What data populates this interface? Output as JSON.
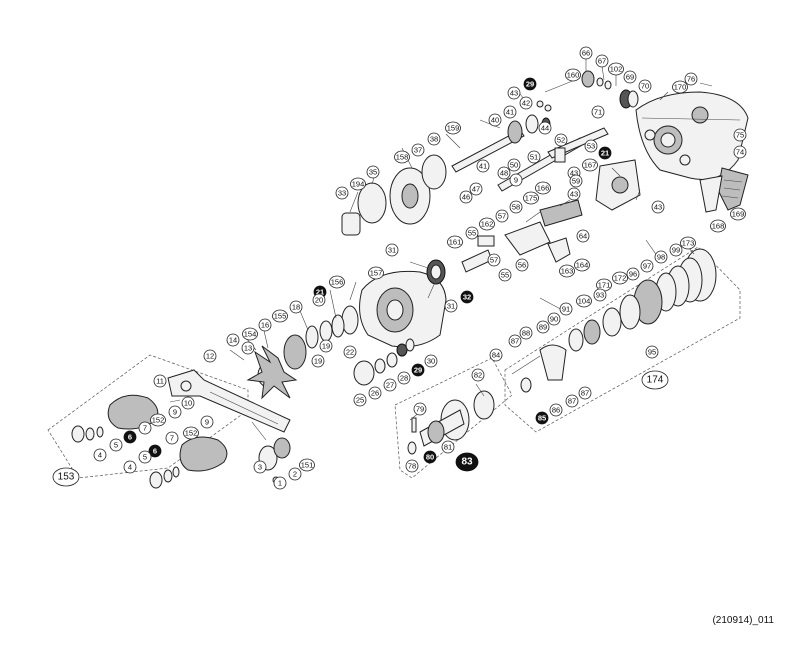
{
  "diagram": {
    "parts": [
      {
        "n": "66"
      },
      {
        "n": "67"
      },
      {
        "n": "102"
      },
      {
        "n": "69"
      },
      {
        "n": "70"
      },
      {
        "n": "76"
      },
      {
        "n": "160"
      },
      {
        "n": "29",
        "filled": true
      },
      {
        "n": "43"
      },
      {
        "n": "42"
      },
      {
        "n": "41"
      },
      {
        "n": "44"
      },
      {
        "n": "40"
      },
      {
        "n": "159"
      },
      {
        "n": "38"
      },
      {
        "n": "170"
      },
      {
        "n": "71"
      },
      {
        "n": "52"
      },
      {
        "n": "75"
      },
      {
        "n": "37"
      },
      {
        "n": "51"
      },
      {
        "n": "53"
      },
      {
        "n": "158"
      },
      {
        "n": "41"
      },
      {
        "n": "50"
      },
      {
        "n": "43"
      },
      {
        "n": "21",
        "filled": true
      },
      {
        "n": "74"
      },
      {
        "n": "35"
      },
      {
        "n": "167"
      },
      {
        "n": "48"
      },
      {
        "n": "9"
      },
      {
        "n": "194"
      },
      {
        "n": "43"
      },
      {
        "n": "59"
      },
      {
        "n": "47"
      },
      {
        "n": "33"
      },
      {
        "n": "46"
      },
      {
        "n": "166"
      },
      {
        "n": "43"
      },
      {
        "n": "175"
      },
      {
        "n": "58"
      },
      {
        "n": "169"
      },
      {
        "n": "57"
      },
      {
        "n": "168"
      },
      {
        "n": "162"
      },
      {
        "n": "64"
      },
      {
        "n": "55"
      },
      {
        "n": "161"
      },
      {
        "n": "56"
      },
      {
        "n": "164"
      },
      {
        "n": "31"
      },
      {
        "n": "57"
      },
      {
        "n": "163"
      },
      {
        "n": "55"
      },
      {
        "n": "157"
      },
      {
        "n": "21",
        "filled": true
      },
      {
        "n": "156"
      },
      {
        "n": "32",
        "filled": true
      },
      {
        "n": "31"
      },
      {
        "n": "18"
      },
      {
        "n": "20"
      },
      {
        "n": "155"
      },
      {
        "n": "16"
      },
      {
        "n": "154"
      },
      {
        "n": "13"
      },
      {
        "n": "14"
      },
      {
        "n": "19"
      },
      {
        "n": "22"
      },
      {
        "n": "12"
      },
      {
        "n": "19"
      },
      {
        "n": "30"
      },
      {
        "n": "29",
        "filled": true
      },
      {
        "n": "28"
      },
      {
        "n": "27"
      },
      {
        "n": "26"
      },
      {
        "n": "25"
      },
      {
        "n": "11"
      },
      {
        "n": "10"
      },
      {
        "n": "9"
      },
      {
        "n": "152"
      },
      {
        "n": "7"
      },
      {
        "n": "6",
        "filled": true
      },
      {
        "n": "5"
      },
      {
        "n": "4"
      },
      {
        "n": "9"
      },
      {
        "n": "7"
      },
      {
        "n": "152"
      },
      {
        "n": "6",
        "filled": true
      },
      {
        "n": "5"
      },
      {
        "n": "4"
      },
      {
        "n": "151"
      },
      {
        "n": "2"
      },
      {
        "n": "1"
      },
      {
        "n": "3"
      },
      {
        "n": "173"
      },
      {
        "n": "99"
      },
      {
        "n": "98"
      },
      {
        "n": "97"
      },
      {
        "n": "96"
      },
      {
        "n": "172"
      },
      {
        "n": "171"
      },
      {
        "n": "93"
      },
      {
        "n": "104"
      },
      {
        "n": "91"
      },
      {
        "n": "89"
      },
      {
        "n": "90"
      },
      {
        "n": "88"
      },
      {
        "n": "87"
      },
      {
        "n": "84"
      },
      {
        "n": "95"
      },
      {
        "n": "82"
      },
      {
        "n": "79"
      },
      {
        "n": "87"
      },
      {
        "n": "86"
      },
      {
        "n": "87"
      },
      {
        "n": "85",
        "filled": true
      },
      {
        "n": "81"
      },
      {
        "n": "80",
        "filled": true
      },
      {
        "n": "78"
      }
    ],
    "groups": [
      {
        "n": "153"
      },
      {
        "n": "174"
      },
      {
        "n": "83",
        "filled": true
      }
    ],
    "code": "(210914)_011"
  }
}
